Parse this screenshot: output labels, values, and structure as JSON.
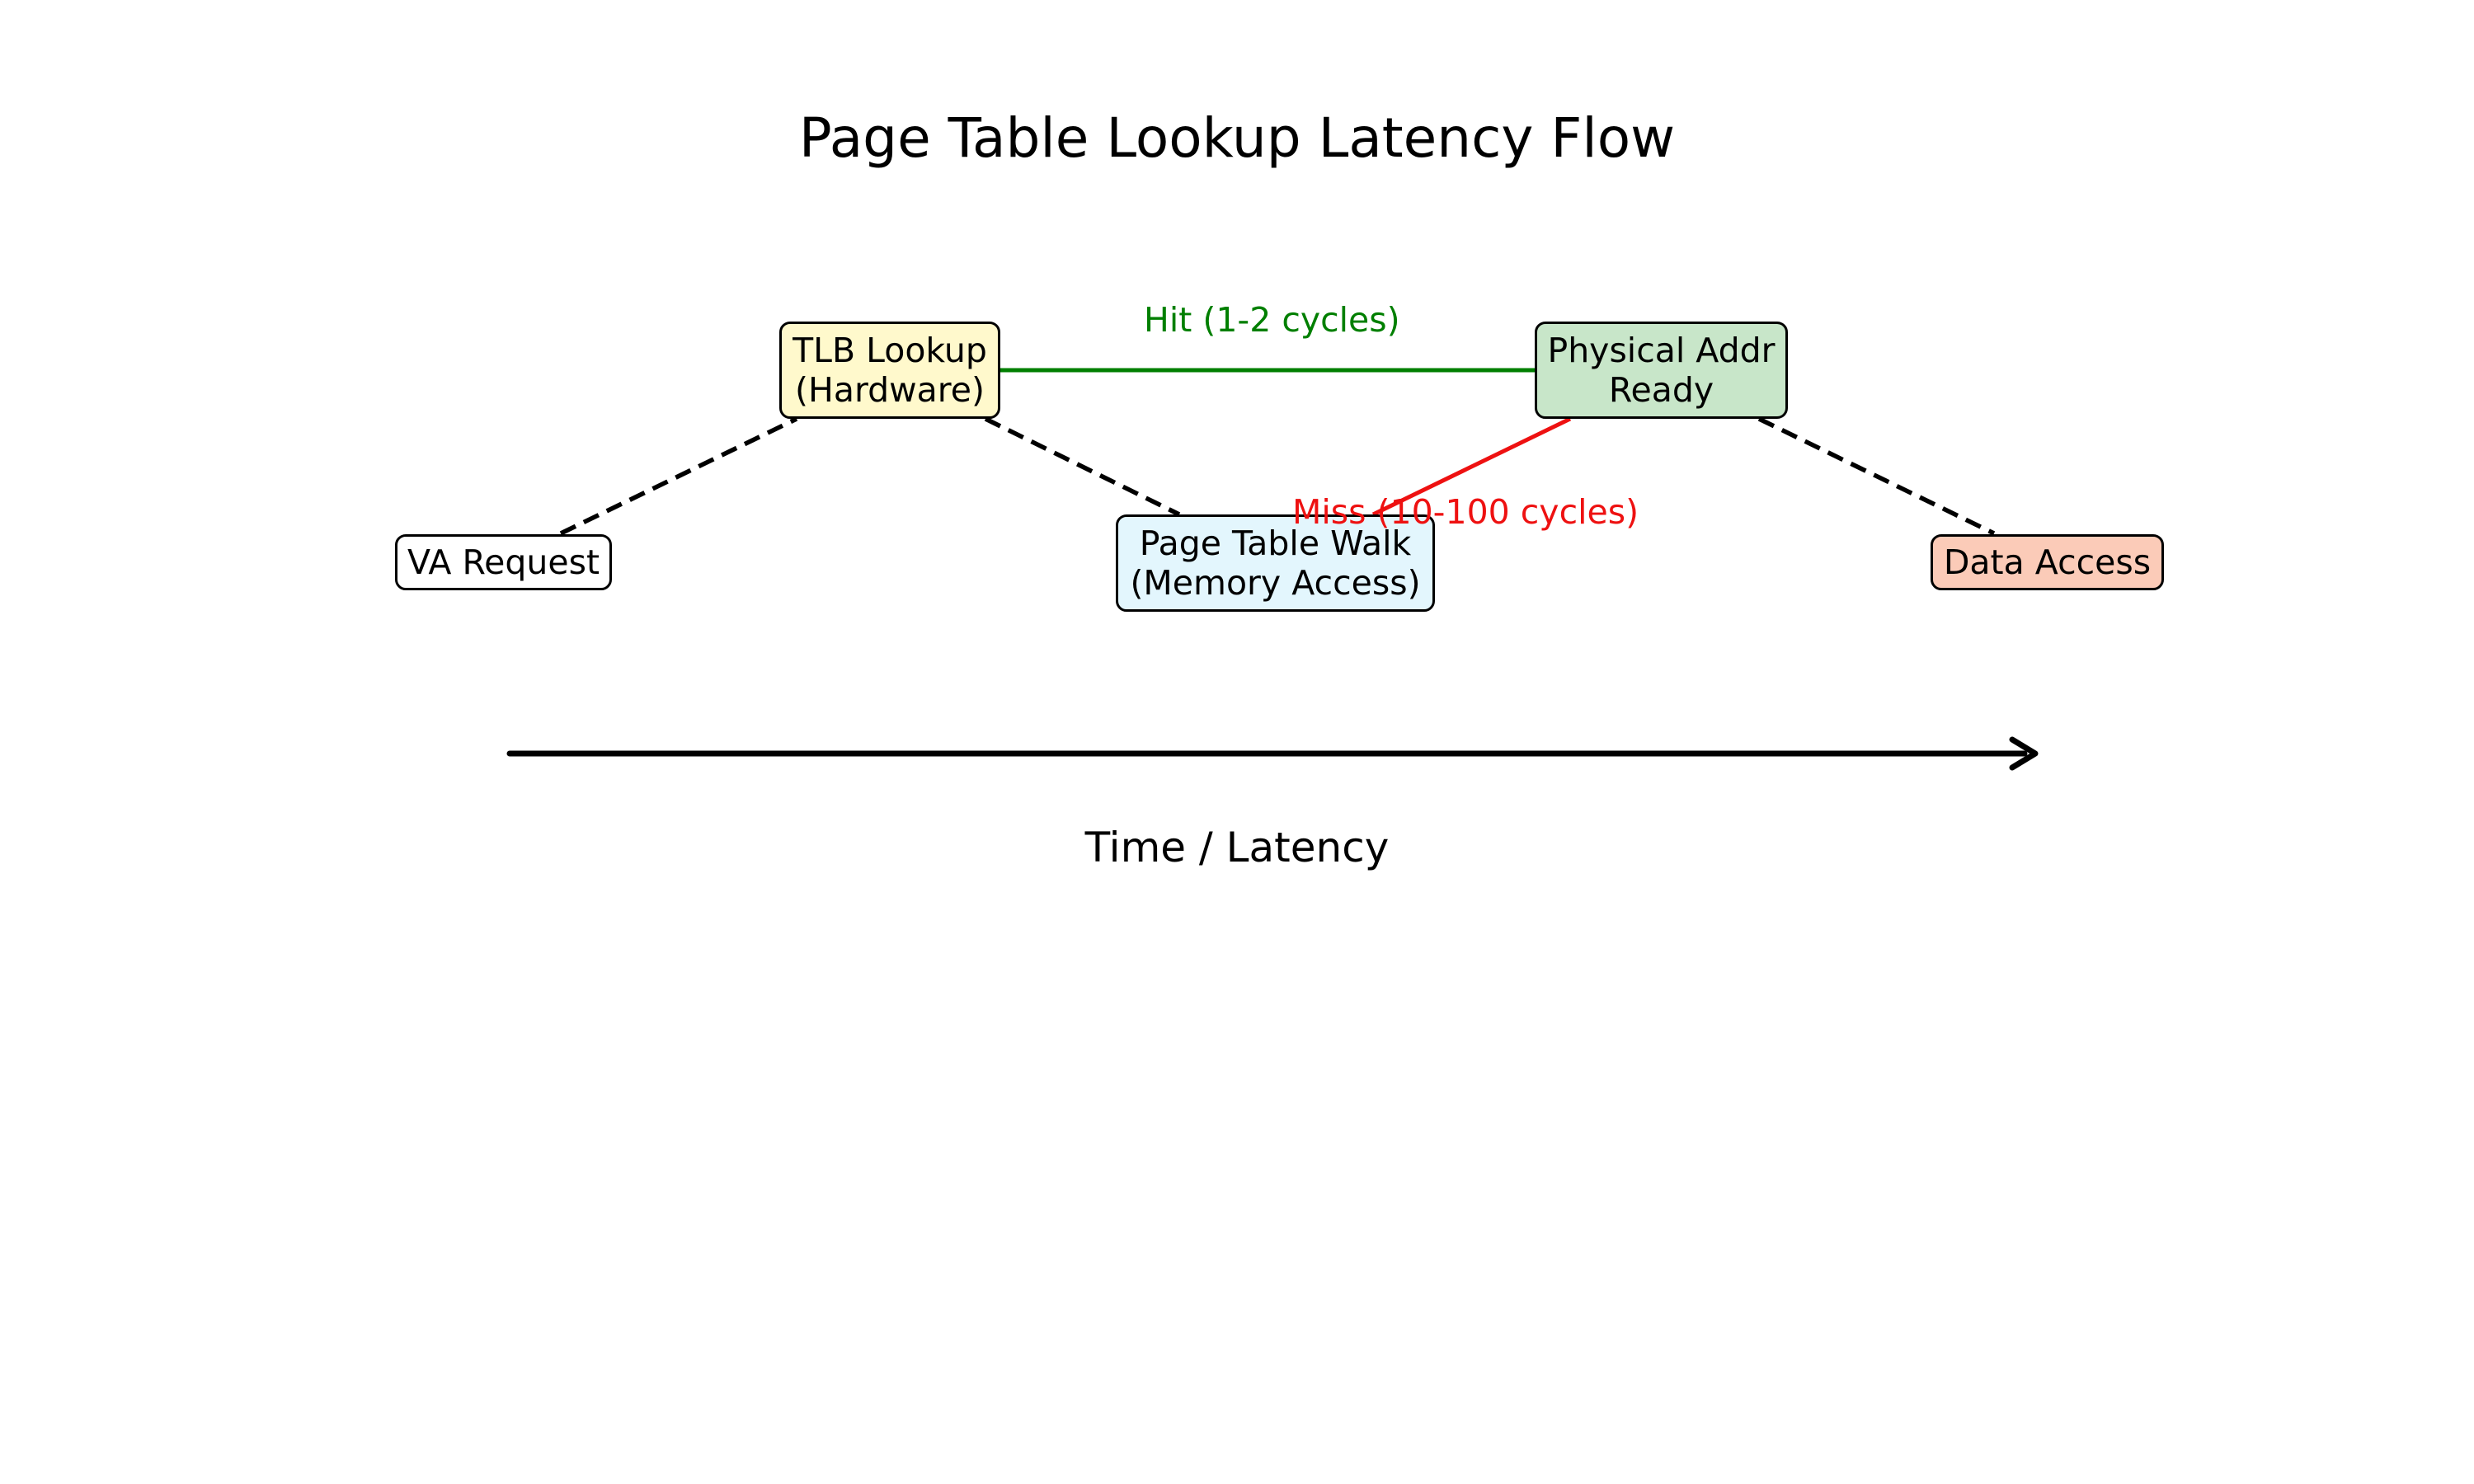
{
  "title": "Page Table Lookup Latency Flow",
  "nodes": {
    "va_request": {
      "lines": [
        "VA Request"
      ],
      "color": "#ffffff"
    },
    "tlb_lookup": {
      "lines": [
        "TLB Lookup",
        "(Hardware)"
      ],
      "color": "#fff9cc"
    },
    "page_table_walk": {
      "lines": [
        "Page Table Walk",
        "(Memory Access)"
      ],
      "color": "#e3f6fd"
    },
    "physical_addr": {
      "lines": [
        "Physical Addr",
        "Ready"
      ],
      "color": "#c8e6c9"
    },
    "data_access": {
      "lines": [
        "Data Access"
      ],
      "color": "#fbcbb8"
    }
  },
  "edges": {
    "hit": {
      "label": "Hit (1-2 cycles)",
      "color": "#007f00"
    },
    "miss": {
      "label": "Miss (10-100 cycles)",
      "color": "#ee1111"
    },
    "link_color": "#000000"
  },
  "axis": {
    "label": "Time / Latency"
  }
}
